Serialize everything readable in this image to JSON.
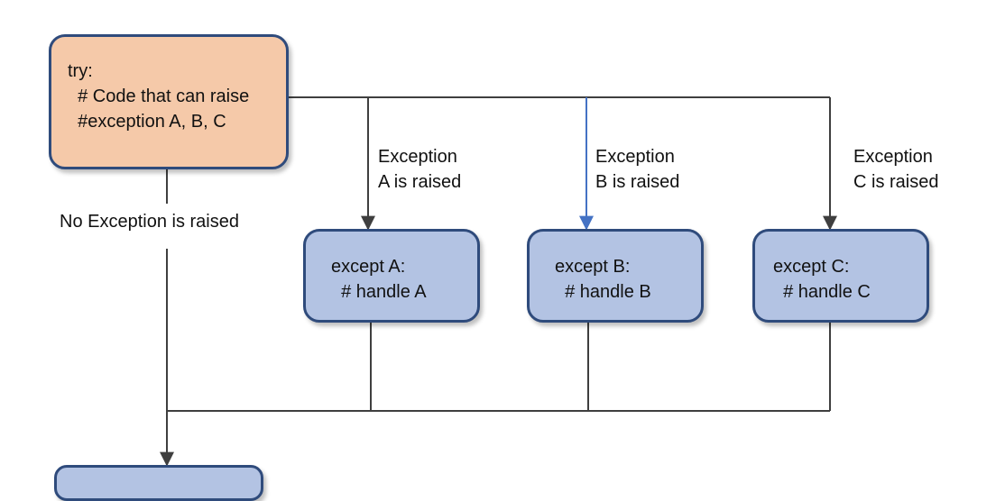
{
  "try_block": {
    "lines": [
      "try:",
      "  # Code that can raise",
      "  #exception A, B, C"
    ]
  },
  "no_exception_label": "No Exception is raised",
  "branches": [
    {
      "label_line1": "Exception",
      "label_line2": "A is raised",
      "code_line1": "except A:",
      "code_line2": "  # handle A"
    },
    {
      "label_line1": "Exception",
      "label_line2": "B is raised",
      "code_line1": "except B:",
      "code_line2": "  # handle B"
    },
    {
      "label_line1": "Exception",
      "label_line2": "C is raised",
      "code_line1": "except C:",
      "code_line2": "  # handle C"
    }
  ],
  "colors": {
    "try_fill": "#f5c9a9",
    "except_fill": "#b3c3e3",
    "border": "#2f4b7c",
    "connector": "#3f3f3f",
    "highlight_connector": "#4472c4"
  }
}
